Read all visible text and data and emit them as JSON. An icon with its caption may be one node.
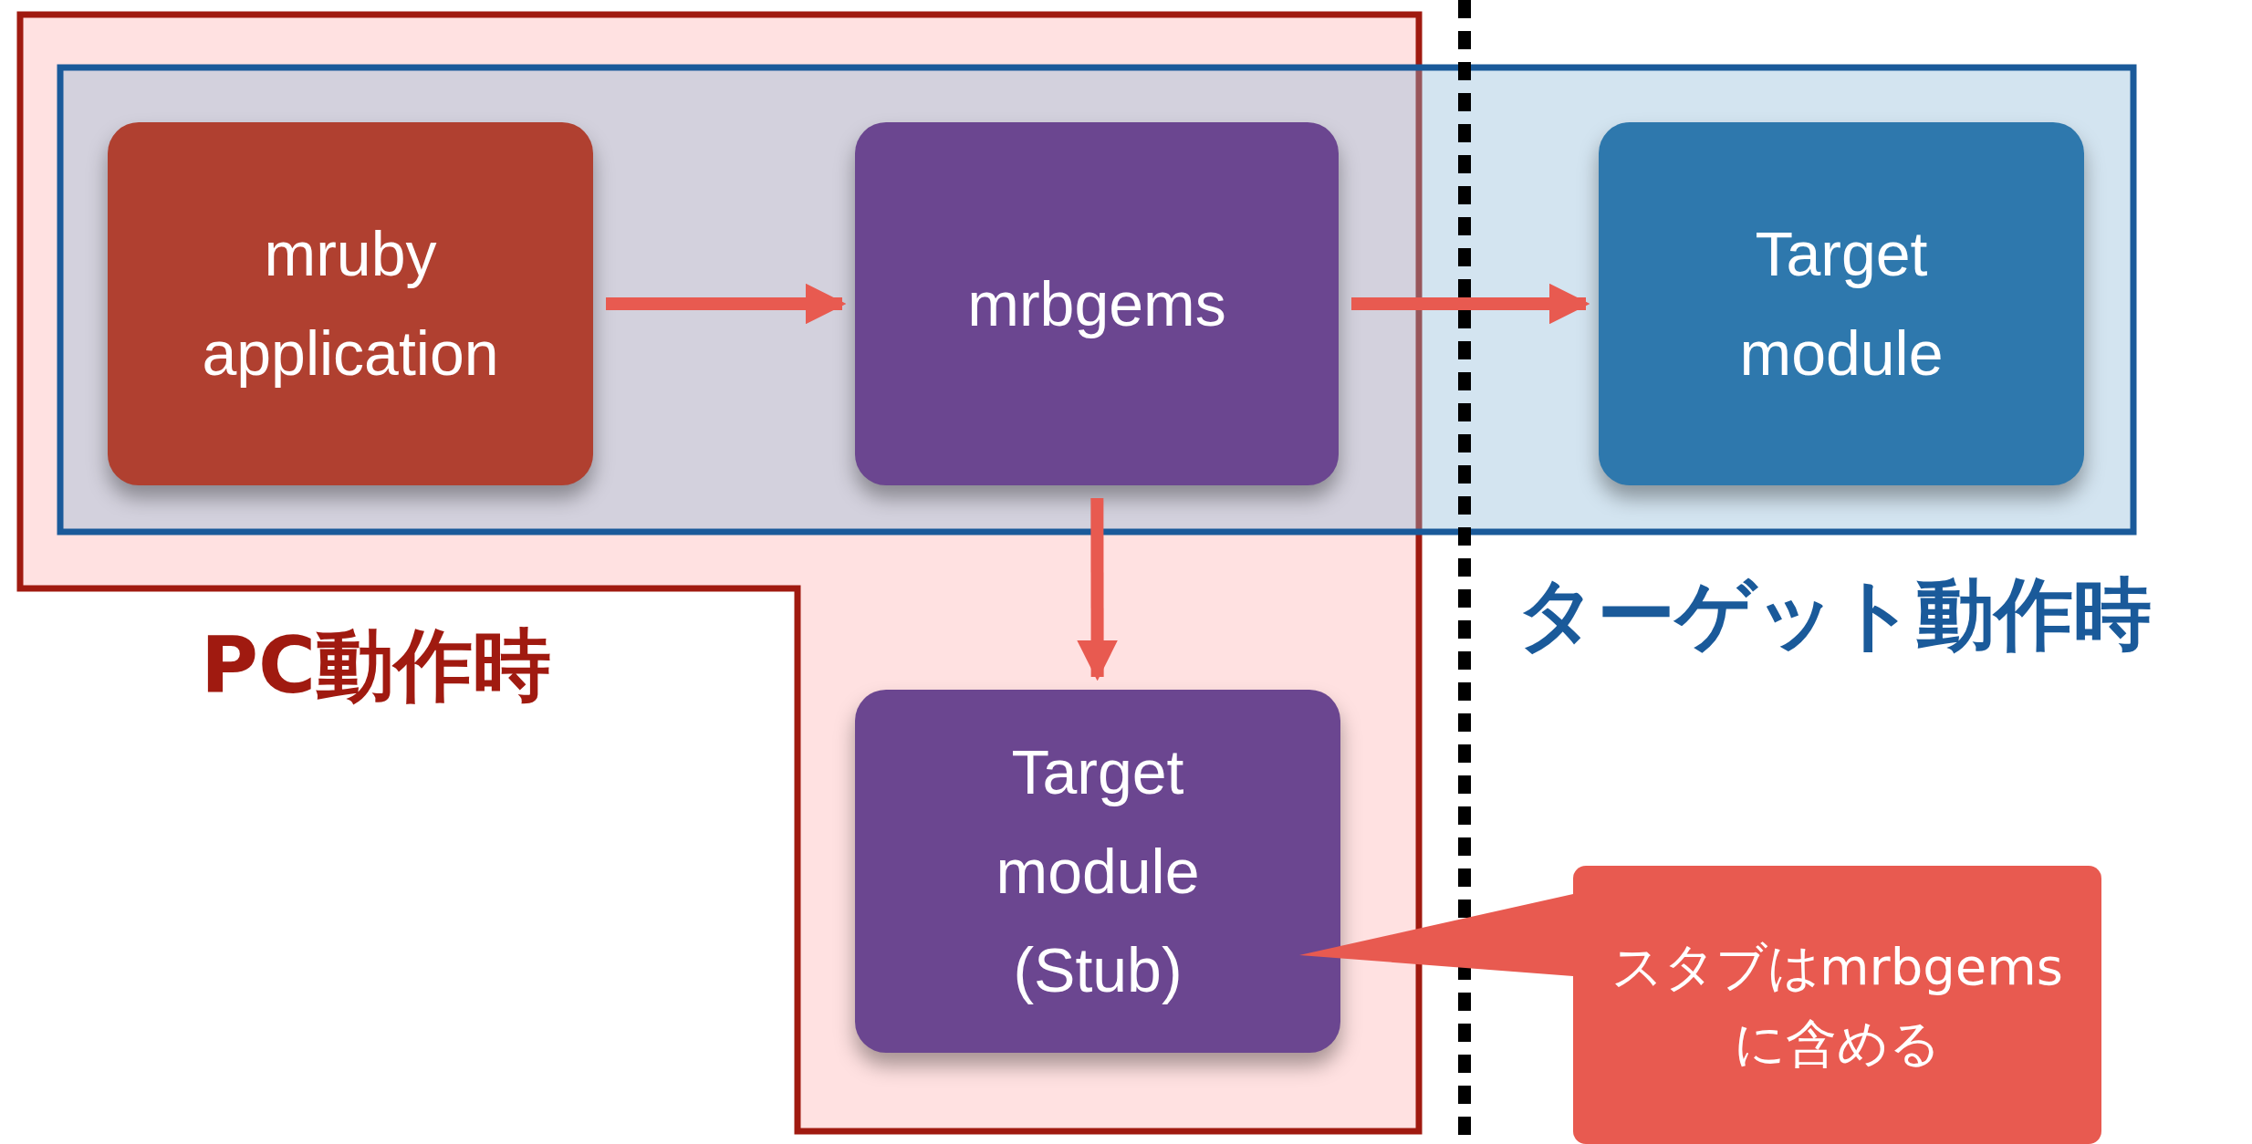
{
  "diagram": {
    "nodes": [
      {
        "text": [
          "PC動作時"
        ]
      },
      {
        "text": [
          "ターゲット動作時"
        ]
      },
      {
        "text": [
          "mruby application"
        ]
      },
      {
        "text": [
          "mrbgems"
        ]
      },
      {
        "text": [
          "Target module"
        ],
        "in": 1
      },
      {
        "text": [
          "Target module (Stub)"
        ],
        "in": 0
      },
      {
        "text": [
          "スタブはmrbgemsに含める"
        ]
      }
    ],
    "edges": [
      {
        "from": 2,
        "to": 3,
        "arrow": "to"
      },
      {
        "from": 3,
        "to": 4,
        "arrow": "to"
      },
      {
        "from": 3,
        "to": 5,
        "arrow": "to"
      },
      {
        "from": 6,
        "to": 5,
        "arrow": "none"
      }
    ]
  }
}
